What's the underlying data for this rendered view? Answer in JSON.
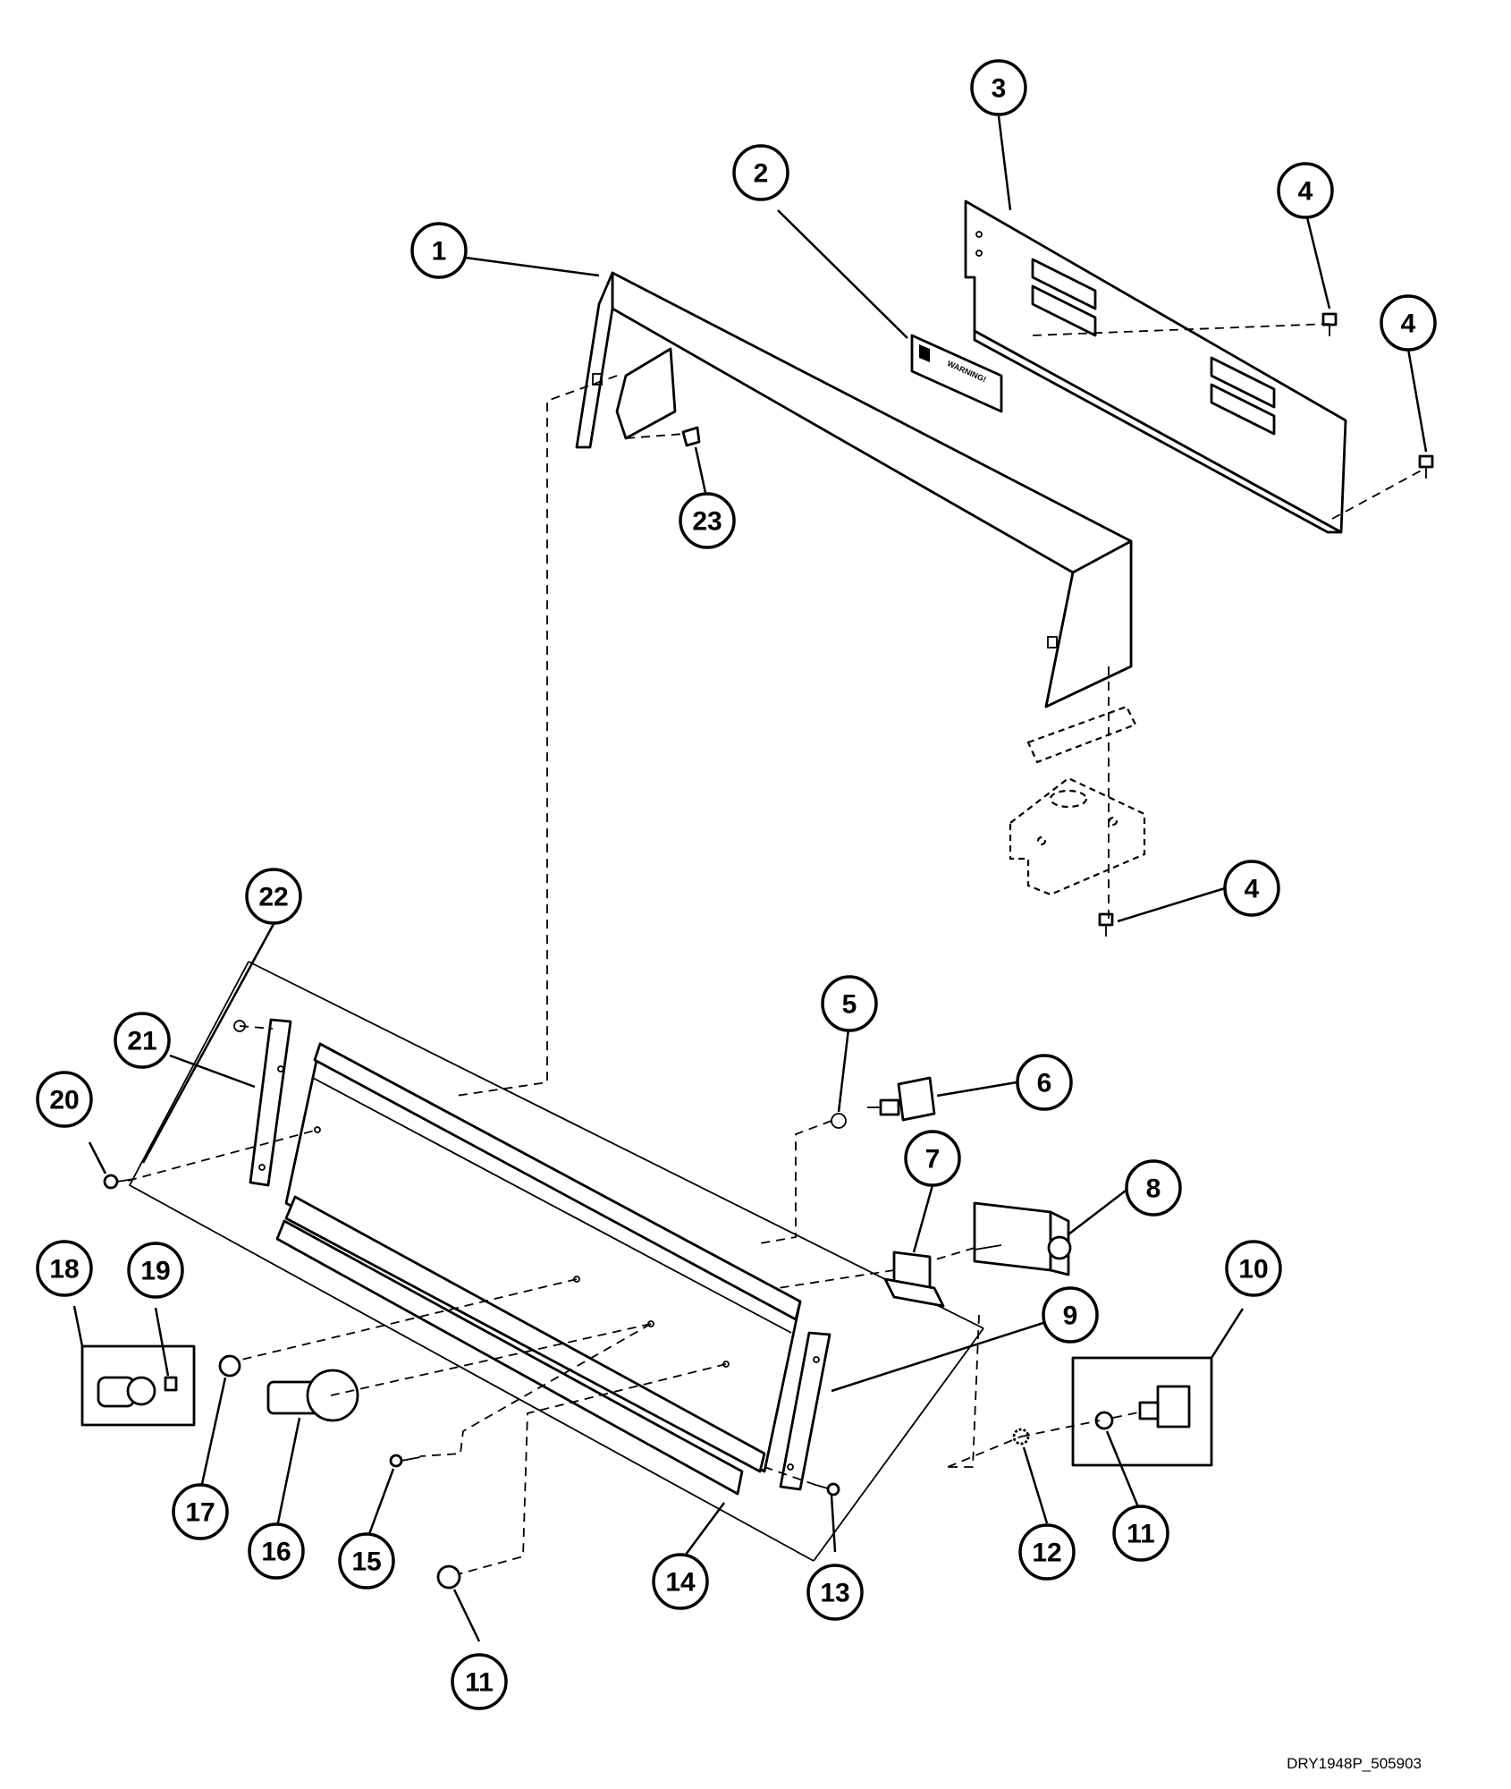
{
  "callouts": [
    {
      "label": "1"
    },
    {
      "label": "2"
    },
    {
      "label": "3"
    },
    {
      "label": "4"
    },
    {
      "label": "4"
    },
    {
      "label": "23"
    },
    {
      "label": "4"
    },
    {
      "label": "22"
    },
    {
      "label": "21"
    },
    {
      "label": "20"
    },
    {
      "label": "5"
    },
    {
      "label": "6"
    },
    {
      "label": "7"
    },
    {
      "label": "8"
    },
    {
      "label": "18"
    },
    {
      "label": "19"
    },
    {
      "label": "10"
    },
    {
      "label": "9"
    },
    {
      "label": "17"
    },
    {
      "label": "16"
    },
    {
      "label": "15"
    },
    {
      "label": "14"
    },
    {
      "label": "13"
    },
    {
      "label": "12"
    },
    {
      "label": "11"
    },
    {
      "label": "11"
    }
  ],
  "warning_label": {
    "text": "WARNING!"
  },
  "drawing_id": "DRY1948P_505903"
}
